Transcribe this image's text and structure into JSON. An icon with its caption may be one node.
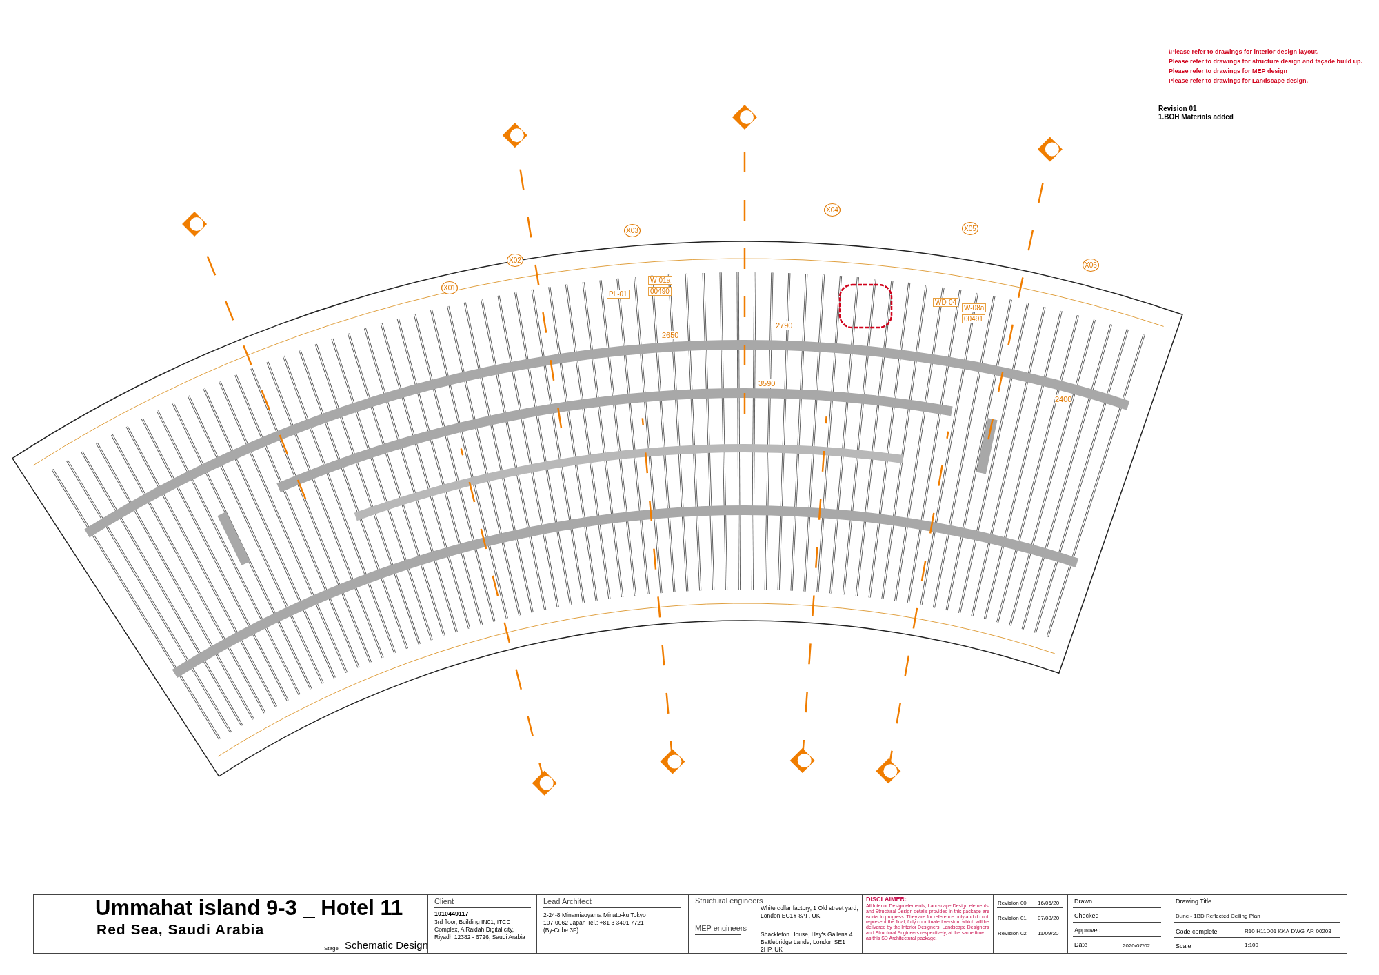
{
  "diagram": {
    "title": "Ummahat island 9-3 _ Hotel 11",
    "labels": [
      "\\Please refer to drawings for interior design layout.",
      "Please refer to drawings for structure design and façade build up.",
      "Please refer to drawings for MEP design",
      "Please refer to drawings for Landscape design.",
      "Revision 01",
      "1.BOH Materials added",
      "X01",
      "X02",
      "X03",
      "X04",
      "X05",
      "X06",
      "PL-01",
      "W-01a",
      "00490",
      "W-08a",
      "00491",
      "WD-04",
      "2650",
      "2790",
      "3590",
      "2400",
      "Red Sea, Saudi Arabia",
      "Stage :",
      "Schematic Design",
      "Client",
      "1010449117",
      "3rd floor, Building IN01, ITCC Complex, AlRaidah Digital city, Riyadh 12382 - 6726, Saudi Arabia",
      "Lead Architect",
      "2-24-8 Minamiaoyama Minato-ku Tokyo 107-0062 Japan Tel.: +81 3 3401 7721 (By-Cube 3F)",
      "Structural engineers",
      "White collar factory, 1 Old street yard, London EC1Y 8AF, UK",
      "MEP engineers",
      "Shackleton House, Hay's Galleria 4 Battlebridge Lande, London SE1 2HP, UK",
      "DISCLAIMER:",
      "All Interior Design elements, Landscape Design elements and Structural Design details provided in this package are works in progress. They are for reference only and do not represent the final, fully coordinated version, which will be delivered by the Interior Designers, Landscape Designers and Structural Engineers respectively, at the same time as this SD Architectural package.",
      "Revision 00",
      "16/06/20",
      "Revision 01",
      "07/08/20",
      "Revision 02",
      "11/09/20",
      "Drawn",
      "Checked",
      "Approved",
      "Date",
      "2020/07/02",
      "Drawing Title",
      "Dune - 1BD Reflected Ceiling Plan",
      "Code complete",
      "R10-H11D01-KKA-DWG-AR-00203",
      "Scale",
      "1:100"
    ]
  }
}
